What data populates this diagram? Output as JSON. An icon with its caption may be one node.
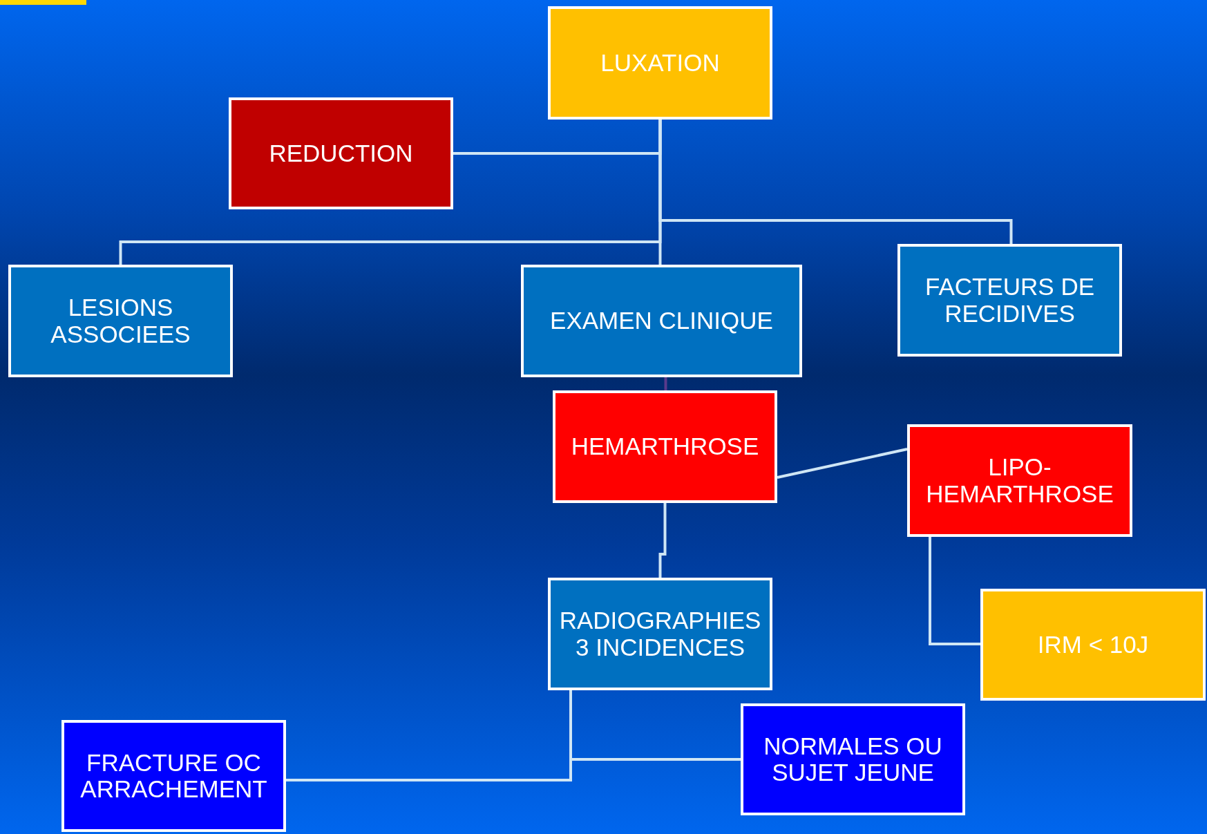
{
  "diagram": {
    "nodes": [
      {
        "text": [
          "LUXATION"
        ]
      },
      {
        "text": [
          "REDUCTION"
        ]
      },
      {
        "text": [
          "LESIONS ASSOCIEES"
        ]
      },
      {
        "text": [
          "EXAMEN CLINIQUE"
        ]
      },
      {
        "text": [
          "FACTEURS DE RECIDIVES"
        ]
      },
      {
        "text": [
          "HEMARTHROSE"
        ]
      },
      {
        "text": [
          "LIPO-HEMARTHROSE"
        ]
      },
      {
        "text": [
          "RADIOGRAPHIES 3 INCIDENCES"
        ]
      },
      {
        "text": [
          "IRM < 10J"
        ]
      },
      {
        "text": [
          "NORMALES OU SUJET JEUNE"
        ]
      },
      {
        "text": [
          "FRACTURE OC ARRACHEMENT"
        ]
      }
    ],
    "edges": [
      {
        "from": 0,
        "to": 1,
        "arrow": "none"
      },
      {
        "from": 0,
        "to": 2,
        "arrow": "none"
      },
      {
        "from": 0,
        "to": 3,
        "arrow": "none"
      },
      {
        "from": 0,
        "to": 4,
        "arrow": "none"
      },
      {
        "from": 3,
        "to": 5,
        "arrow": "none",
        "color": "#5a3a8c"
      },
      {
        "from": 5,
        "to": 6,
        "arrow": "none"
      },
      {
        "from": 5,
        "to": 7,
        "arrow": "none"
      },
      {
        "from": 6,
        "to": 8,
        "arrow": "none"
      },
      {
        "from": 7,
        "to": 10,
        "arrow": "none"
      },
      {
        "from": 7,
        "to": 9,
        "arrow": "none"
      }
    ]
  }
}
